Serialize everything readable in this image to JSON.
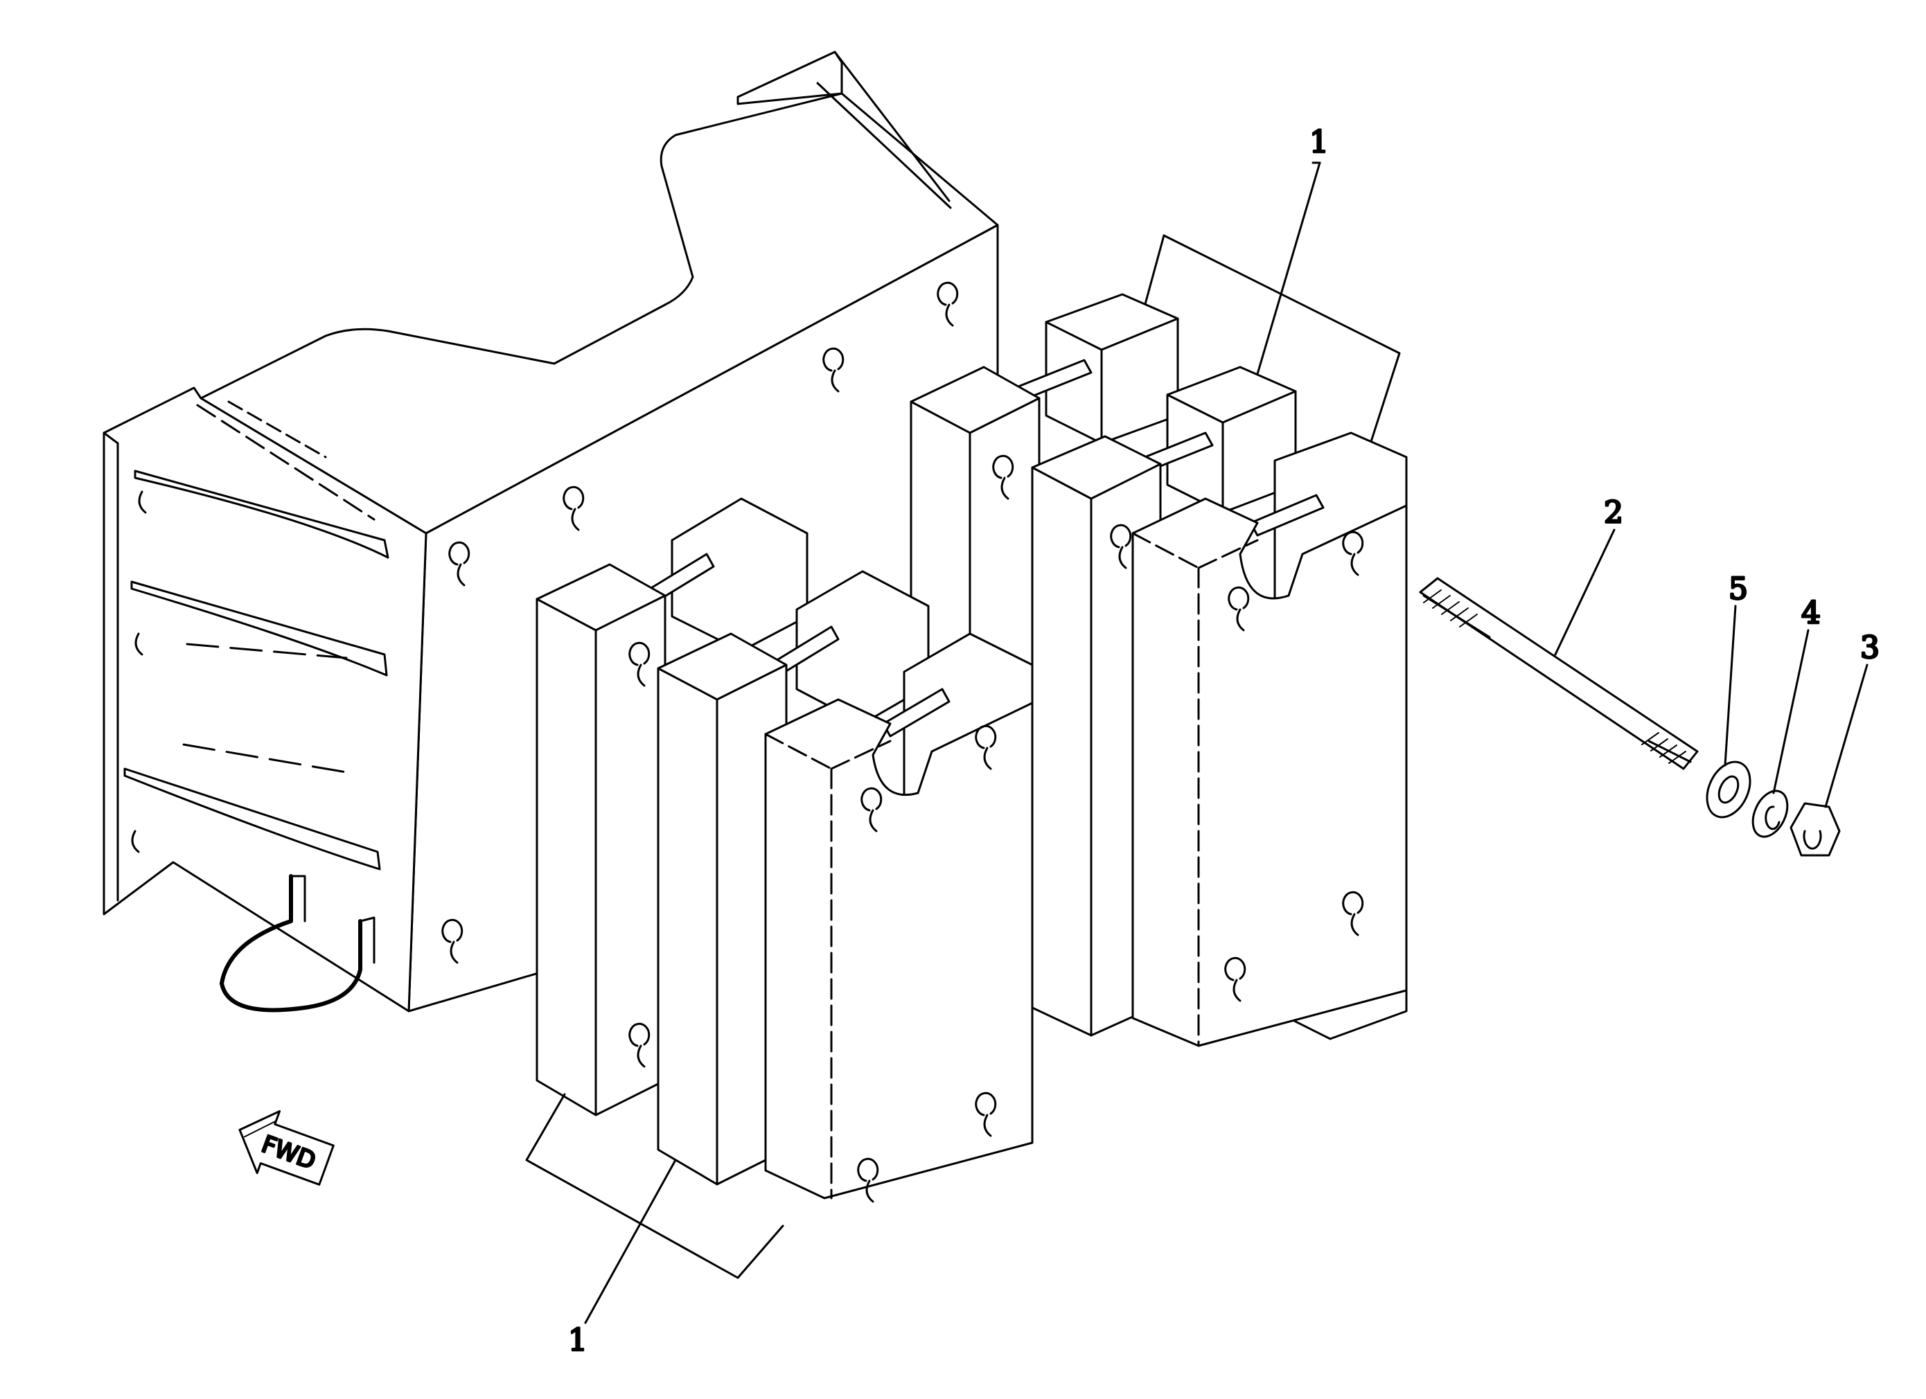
{
  "diagram": {
    "callouts": {
      "part_1_upper": "1",
      "part_1_lower": "1",
      "part_2": "2",
      "part_3": "3",
      "part_4": "4",
      "part_5": "5"
    },
    "direction_indicator": "FWD",
    "line_color": "#000000",
    "background_color": "#ffffff"
  }
}
